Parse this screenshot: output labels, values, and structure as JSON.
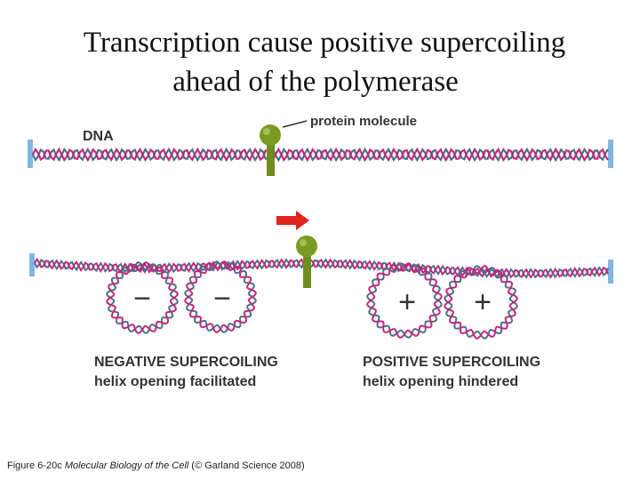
{
  "title": {
    "line1": "Transcription cause positive supercoiling",
    "line2": "ahead of the polymerase"
  },
  "labels": {
    "dna": "DNA",
    "protein": "protein molecule",
    "neg_title": "NEGATIVE SUPERCOILING",
    "neg_sub": "helix opening facilitated",
    "pos_title": "POSITIVE SUPERCOILING",
    "pos_sub": "helix opening hindered",
    "minus": "−",
    "plus": "+"
  },
  "caption": {
    "prefix": "Figure 6-20c  ",
    "book": "Molecular Biology of the Cell",
    "suffix": " (© Garland Science 2008)"
  },
  "colors": {
    "strand_a": "#c3277f",
    "strand_b": "#4e6f86",
    "end_cap": "#7fb7e3",
    "protein": "#6f8c1f",
    "arrow": "#e0251b",
    "text": "#333333"
  }
}
